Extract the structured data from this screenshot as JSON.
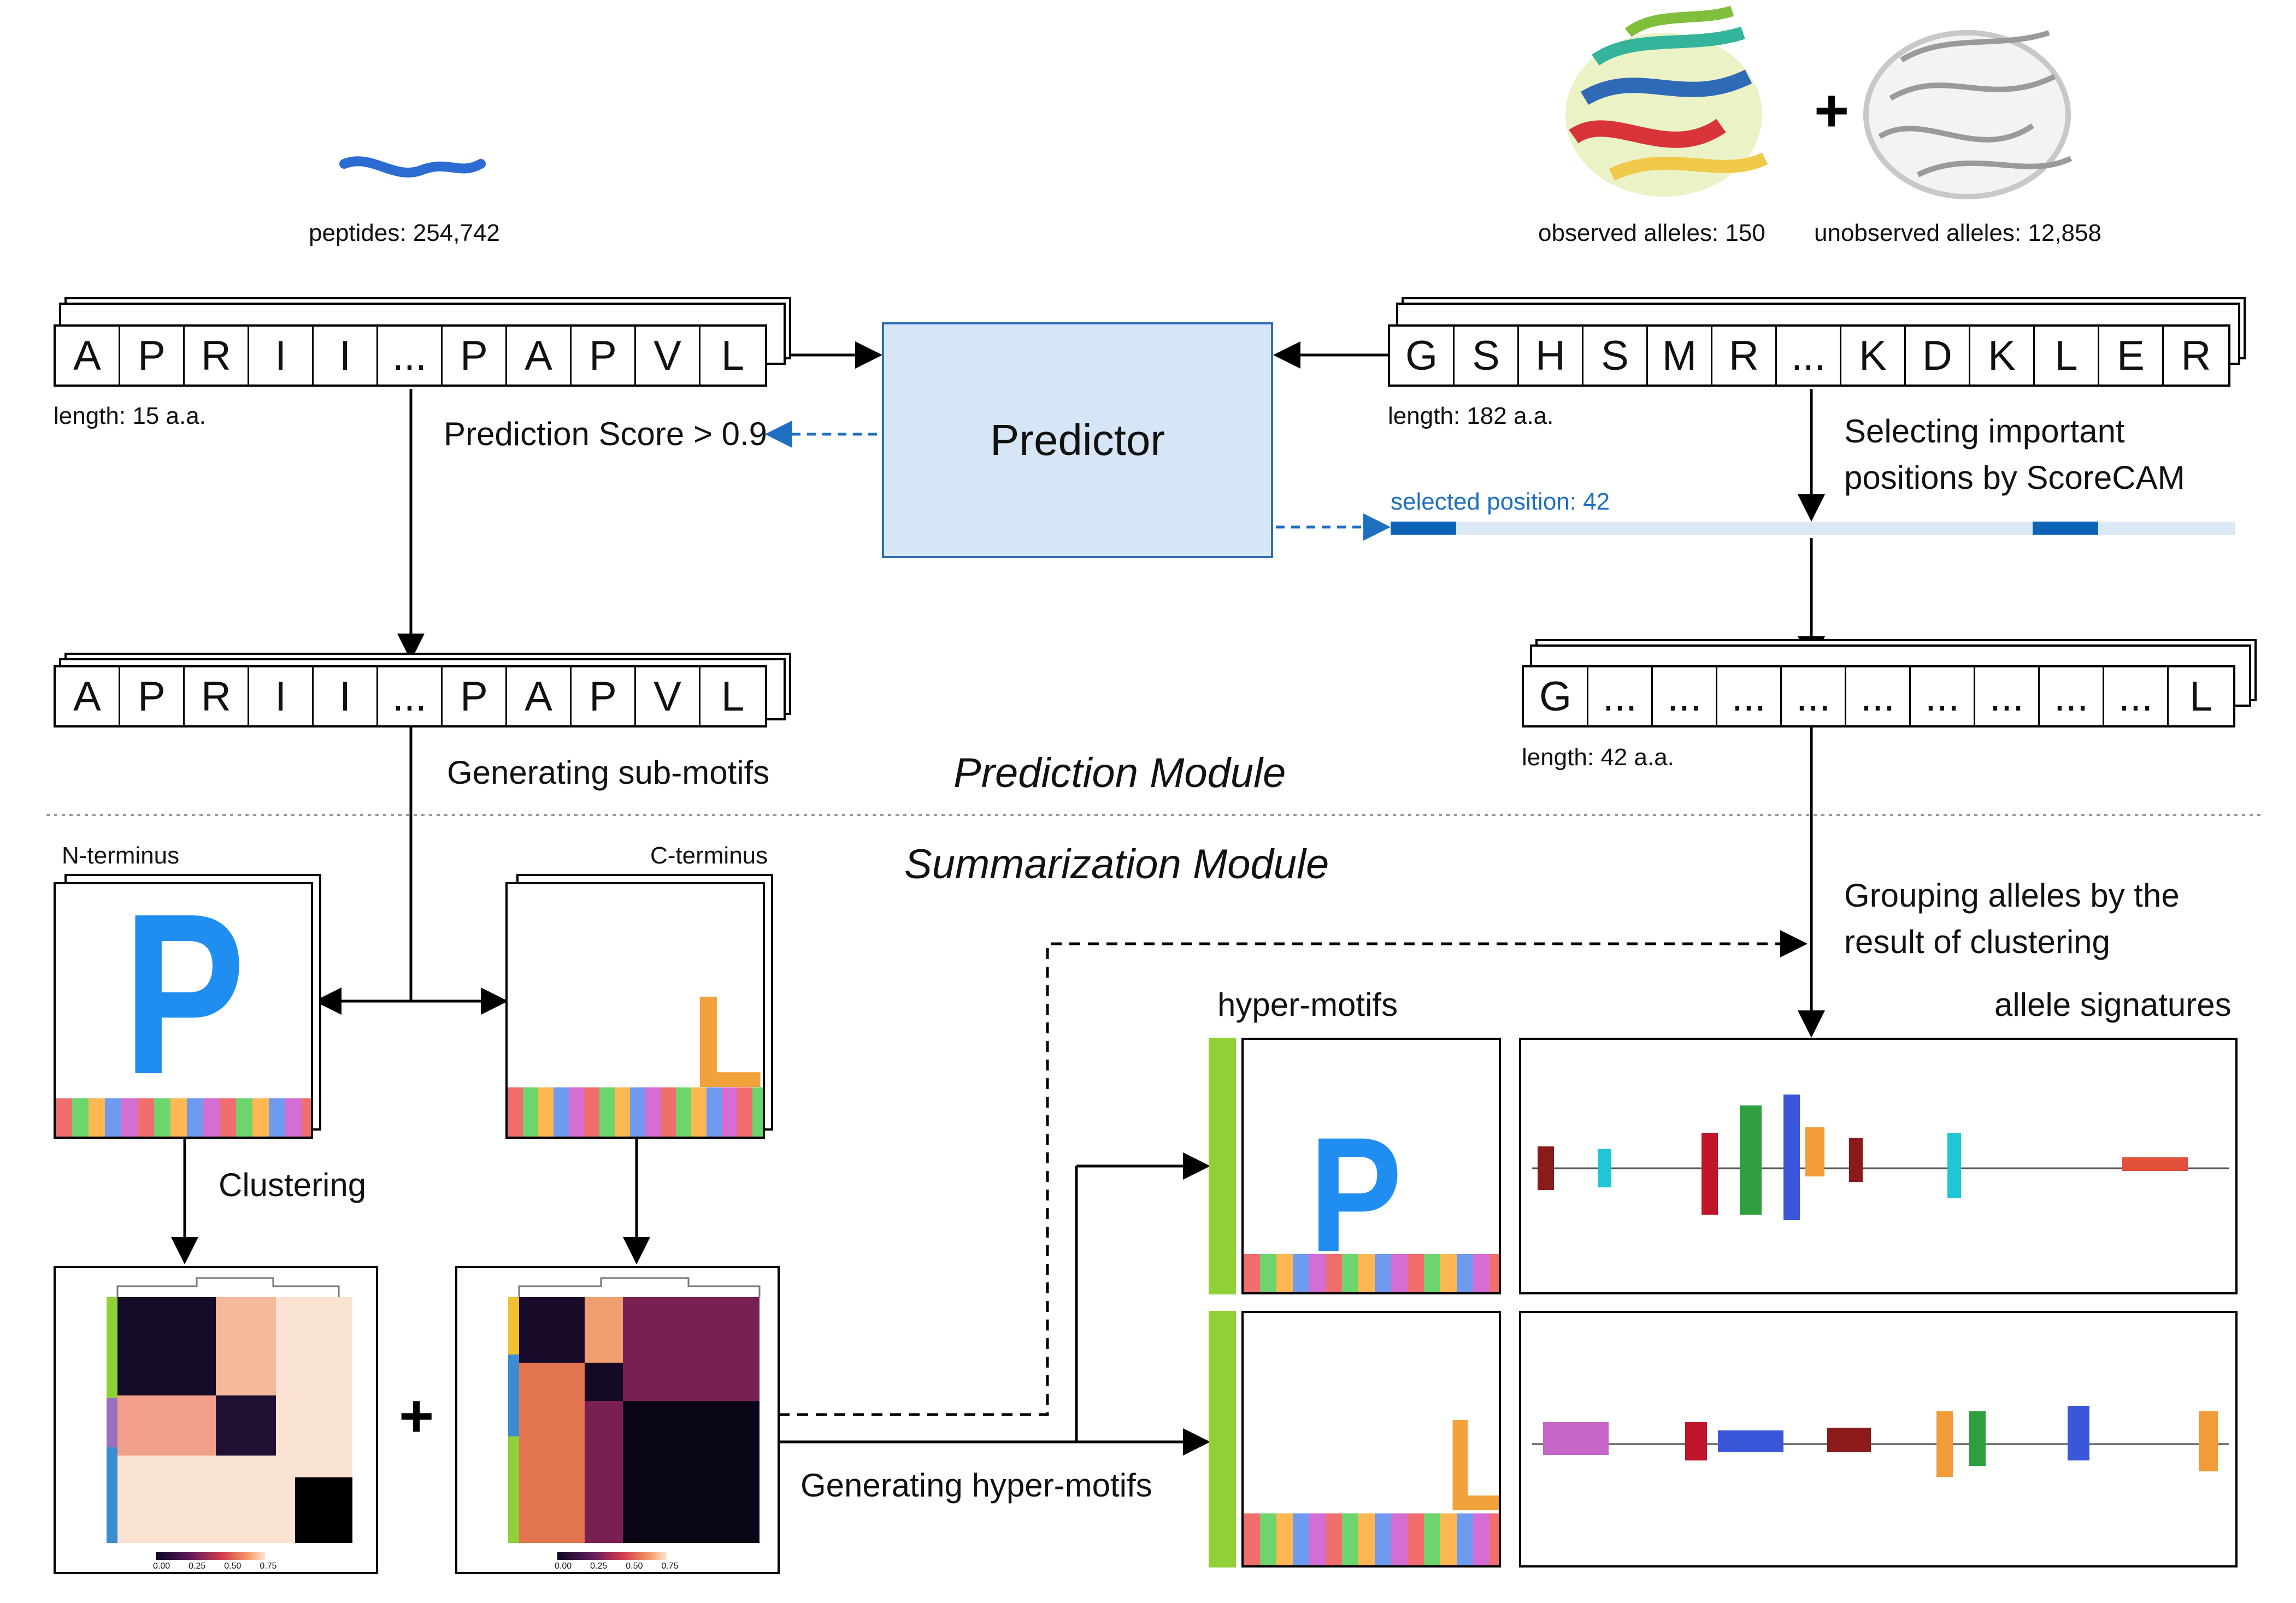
{
  "inputs": {
    "peptides_label": "peptides: 254,742",
    "observed_label": "observed alleles: 150",
    "unobserved_label": "unobserved alleles: 12,858"
  },
  "peptide_sequence": {
    "cells": [
      "A",
      "P",
      "R",
      "I",
      "I",
      "...",
      "P",
      "A",
      "P",
      "V",
      "L"
    ],
    "length_label": "length: 15 a.a."
  },
  "allele_sequence": {
    "cells": [
      "G",
      "S",
      "H",
      "S",
      "M",
      "R",
      "...",
      "K",
      "D",
      "K",
      "L",
      "E",
      "R"
    ],
    "length_label": "length: 182 a.a."
  },
  "predictor": {
    "label": "Predictor",
    "score_label": "Prediction Score > 0.9"
  },
  "scorecam": {
    "step_label_line1": "Selecting important",
    "step_label_line2": "positions by ScoreCAM",
    "selected_label": "selected position: 42"
  },
  "selected_sequence": {
    "cells": [
      "G",
      "...",
      "...",
      "...",
      "...",
      "...",
      "...",
      "...",
      "...",
      "...",
      "L"
    ],
    "length_label": "length: 42 a.a."
  },
  "submotif_sequence": {
    "cells": [
      "A",
      "P",
      "R",
      "I",
      "I",
      "...",
      "P",
      "A",
      "P",
      "V",
      "L"
    ],
    "step_label": "Generating sub-motifs"
  },
  "modules": {
    "prediction": "Prediction Module",
    "summarization": "Summarization Module"
  },
  "summarization": {
    "n_terminus": "N-terminus",
    "c_terminus": "C-terminus",
    "clustering": "Clustering",
    "generating_hyper": "Generating hyper-motifs",
    "grouping_line1": "Grouping alleles by the",
    "grouping_line2": "result of clustering",
    "hyper_motifs": "hyper-motifs",
    "allele_signatures": "allele signatures",
    "plus1": "+",
    "plus2": "+"
  },
  "logos": {
    "n_main": "P",
    "c_main": "L",
    "hyper1_main": "P",
    "hyper2_main": "L"
  },
  "colorbar_ticks": [
    "0.00",
    "0.25",
    "0.50",
    "0.75"
  ],
  "colors": {
    "predictor_fill": "#d7e6f6",
    "predictor_border": "#2f6db4",
    "accent_blue": "#1f6fc1",
    "hyper_green": "#8fd136"
  }
}
